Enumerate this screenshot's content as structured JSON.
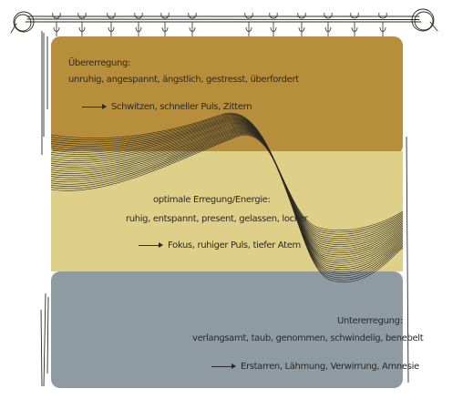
{
  "zones": {
    "over": {
      "title": "Übererregung:",
      "description": "unruhig, angespannt, ängstlich, gestresst, überfordert",
      "effects": "Schwitzen, schneller Puls, Zittern",
      "color": "#b68e3c"
    },
    "optimal": {
      "title": "optimale Erregung/Energie:",
      "description": "ruhig, entspannt, present, gelassen, locker",
      "effects": "Fokus, ruhiger Puls, tiefer Atem",
      "color": "#dfd089"
    },
    "under": {
      "title": "Untererregung:",
      "description": "verlangsamt, taub, genommen, schwindelig, benebelt",
      "effects": "Erstarren, Lähmung, Verwirrung, Amnesie",
      "color": "#8e9ba3"
    }
  },
  "decor": {
    "curtain_rod": "curtain-rod-icon",
    "wave_bundle": "wave-lines",
    "line_color": "#2e2a22"
  }
}
